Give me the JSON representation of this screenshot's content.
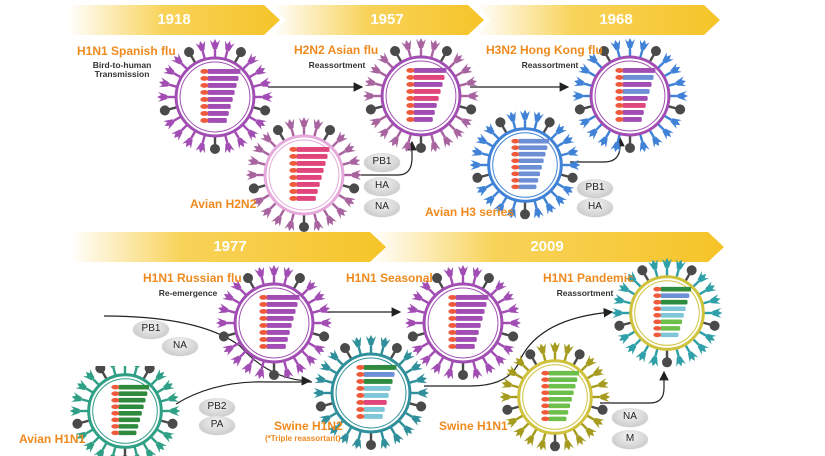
{
  "title": "Influenza pandemic timeline and reassortment",
  "colors": {
    "banner": "#f7c62c",
    "label": "#ef8a1e",
    "subtext": "#333333",
    "arrow": "#222222"
  },
  "banners": [
    {
      "year": "1918"
    },
    {
      "year": "1957"
    },
    {
      "year": "1968"
    },
    {
      "year": "1977"
    },
    {
      "year": "2009"
    }
  ],
  "viruses": [
    {
      "id": "h1n1-spanish",
      "name": "H1N1 Spanish flu",
      "note": "Bird-to-human Transmission",
      "note_lines": [
        "Bird-to-human",
        "Transmission"
      ],
      "spike_color": "#a14db3",
      "ring_color": "#a14db3",
      "segments": [
        "#a14db3",
        "#a14db3",
        "#a14db3",
        "#a14db3",
        "#a14db3",
        "#a14db3",
        "#a14db3",
        "#a14db3"
      ]
    },
    {
      "id": "h2n2-asian",
      "name": "H2N2 Asian flu",
      "note": "Reassortment",
      "spike_color": "#a7649f",
      "ring_color": "#a14db3",
      "segments": [
        "#a14db3",
        "#e0457b",
        "#a14db3",
        "#e0457b",
        "#e0457b",
        "#a14db3",
        "#a14db3",
        "#a14db3"
      ]
    },
    {
      "id": "h3n2-hongkong",
      "name": "H3N2 Hong Kong flu",
      "note": "Reassortment",
      "spike_color": "#3f82d6",
      "ring_color": "#a14db3",
      "segments": [
        "#a14db3",
        "#6d8fd6",
        "#a14db3",
        "#6d8fd6",
        "#a14db3",
        "#e0457b",
        "#a14db3",
        "#a14db3"
      ]
    },
    {
      "id": "avian-h2n2",
      "name": "Avian H2N2",
      "spike_color": "#a7649f",
      "ring_color": "#e6a9dc",
      "segments": [
        "#e0457b",
        "#e0457b",
        "#e0457b",
        "#e0457b",
        "#e0457b",
        "#e0457b",
        "#e0457b",
        "#e0457b"
      ]
    },
    {
      "id": "avian-h3",
      "name": "Avian H3 series",
      "spike_color": "#3f82d6",
      "ring_color": "#3f82d6",
      "segments": [
        "#6d8fd6",
        "#6d8fd6",
        "#6d8fd6",
        "#6d8fd6",
        "#6d8fd6",
        "#6d8fd6",
        "#6d8fd6",
        "#6d8fd6"
      ]
    },
    {
      "id": "h1n1-russian",
      "name": "H1N1 Russian flu",
      "note": "Re-emergence",
      "spike_color": "#a14db3",
      "ring_color": "#a14db3",
      "segments": [
        "#a14db3",
        "#a14db3",
        "#a14db3",
        "#a14db3",
        "#a14db3",
        "#a14db3",
        "#a14db3",
        "#a14db3"
      ]
    },
    {
      "id": "h1n1-seasonal",
      "name": "H1N1 Seasonal",
      "spike_color": "#a14db3",
      "ring_color": "#a14db3",
      "segments": [
        "#a14db3",
        "#a14db3",
        "#a14db3",
        "#a14db3",
        "#a14db3",
        "#a14db3",
        "#a14db3",
        "#a14db3"
      ]
    },
    {
      "id": "h1n1-pandemic",
      "name": "H1N1 Pandemic",
      "note": "Reassortment",
      "spike_color": "#2f9fa8",
      "ring_color": "#d1c23d",
      "segments": [
        "#2e8b3e",
        "#6d8fd6",
        "#2e8b3e",
        "#7fc7d8",
        "#7fc7d8",
        "#6cbf4a",
        "#6cbf4a",
        "#7fc7d8"
      ]
    },
    {
      "id": "avian-h1n1",
      "name": "Avian H1N1",
      "spike_color": "#2f9f86",
      "ring_color": "#2f9f86",
      "segments": [
        "#2e8b3e",
        "#2e8b3e",
        "#2e8b3e",
        "#2e8b3e",
        "#2e8b3e",
        "#2e8b3e",
        "#2e8b3e",
        "#2e8b3e"
      ]
    },
    {
      "id": "swine-h1n2",
      "name": "Swine H1N2",
      "note": "(*Triple reassortant)",
      "spike_color": "#2f8f9a",
      "ring_color": "#2f8f9a",
      "segments": [
        "#2e8b3e",
        "#6d8fd6",
        "#2e8b3e",
        "#7fc7d8",
        "#7fc7d8",
        "#e0457b",
        "#7fc7d8",
        "#7fc7d8"
      ]
    },
    {
      "id": "swine-h1n1",
      "name": "Swine H1N1",
      "spike_color": "#a59b1f",
      "ring_color": "#d1c23d",
      "segments": [
        "#6cbf4a",
        "#6cbf4a",
        "#6cbf4a",
        "#6cbf4a",
        "#6cbf4a",
        "#6cbf4a",
        "#6cbf4a",
        "#6cbf4a"
      ]
    }
  ],
  "genes": {
    "to_h2n2": [
      "PB1",
      "HA",
      "NA"
    ],
    "to_h3n2": [
      "PB1",
      "HA"
    ],
    "to_swine_h1n2_top": [
      "PB1",
      "NA"
    ],
    "to_swine_h1n2_bottom": [
      "PB2",
      "PA"
    ],
    "to_pandemic": [
      "NA",
      "M"
    ]
  }
}
